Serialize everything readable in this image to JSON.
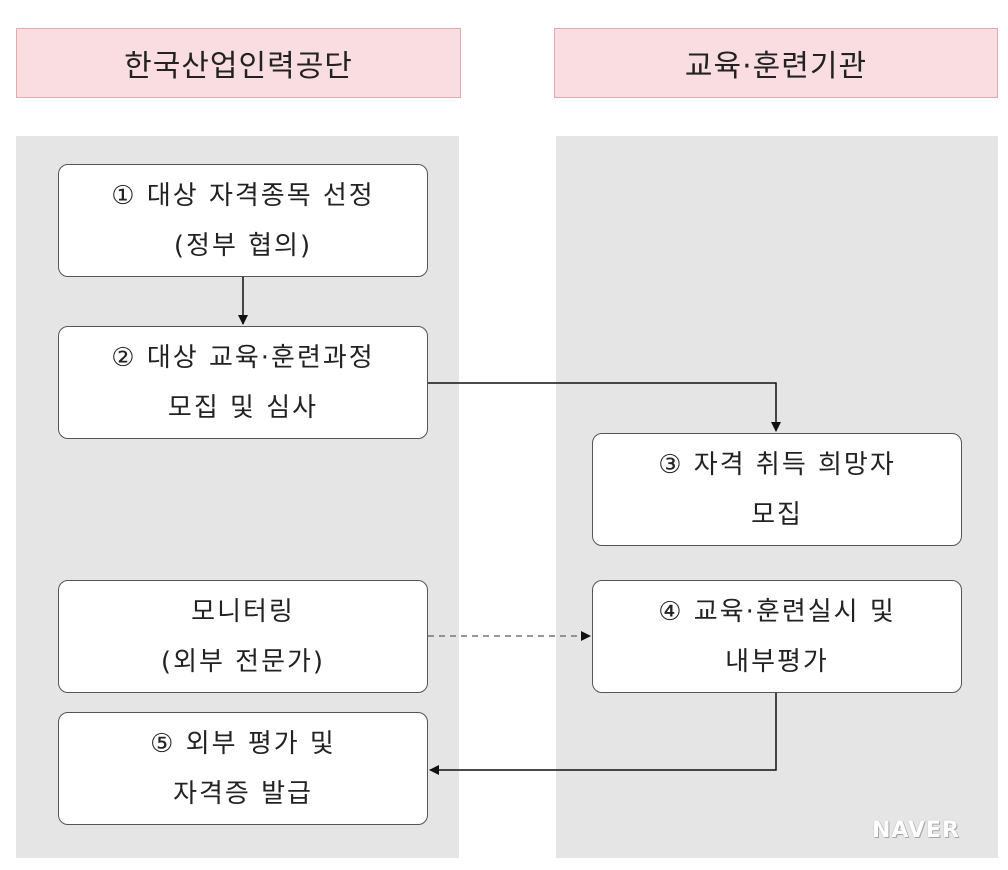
{
  "headers": {
    "left": "한국산업인력공단",
    "right": "교육·훈련기관"
  },
  "steps": {
    "step1": {
      "line1": "① 대상 자격종목 선정",
      "line2": "(정부 협의)"
    },
    "step2": {
      "line1": "② 대상 교육·훈련과정",
      "line2": "모집 및 심사"
    },
    "step3": {
      "line1": "③ 자격 취득 희망자",
      "line2": "모집"
    },
    "monitoring": {
      "line1": "모니터링",
      "line2": "(외부 전문가)"
    },
    "step4": {
      "line1": "④ 교육·훈련실시 및",
      "line2": "내부평가"
    },
    "step5": {
      "line1": "⑤ 외부 평가 및",
      "line2": "자격증 발급"
    }
  },
  "watermark": "NAVER",
  "colors": {
    "header_fill": "#f9dde0",
    "header_border": "#e3a9ae",
    "lane_fill": "#e5e5e5",
    "box_fill": "#ffffff",
    "line": "#111111"
  }
}
